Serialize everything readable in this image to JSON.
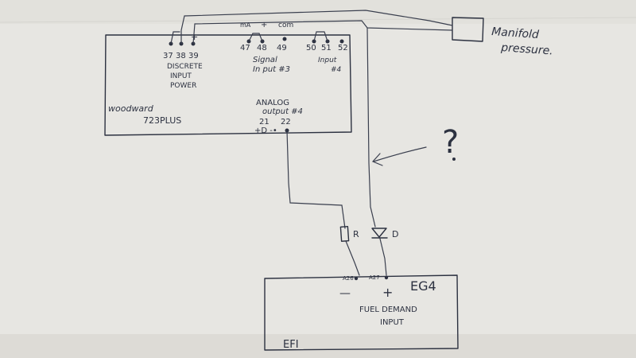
{
  "woodward": {
    "brand": "woodward",
    "model": "723PLUS",
    "pins_power": [
      "37",
      "38",
      "39"
    ],
    "power_sign": "+",
    "power_label": [
      "DISCRETE",
      "INPUT",
      "POWER"
    ],
    "pins_signal": [
      "47",
      "48",
      "49"
    ],
    "signal_mA": "mA",
    "signal_plus": "+",
    "signal_com": "com",
    "signal_label": [
      "Signal",
      "In put #3"
    ],
    "pins_input4": [
      "50",
      "51",
      "52"
    ],
    "input4_label": [
      "Input",
      "#4"
    ],
    "analog_label": [
      "ANALOG",
      "output #4"
    ],
    "analog_pins": [
      "21",
      "22"
    ],
    "analog_polarity": "+D -•"
  },
  "sensor": {
    "label": [
      "Manifold",
      "pressure."
    ]
  },
  "components": {
    "resistor_label": "R",
    "diode_label": "D",
    "question_mark": "?"
  },
  "efi": {
    "title": "EFI",
    "model": "EG4",
    "pin_minus_code": "A26",
    "pin_plus_code": "A27",
    "minus_sign": "—",
    "plus_sign": "+",
    "input_label": [
      "FUEL DEMAND",
      "INPUT"
    ]
  }
}
